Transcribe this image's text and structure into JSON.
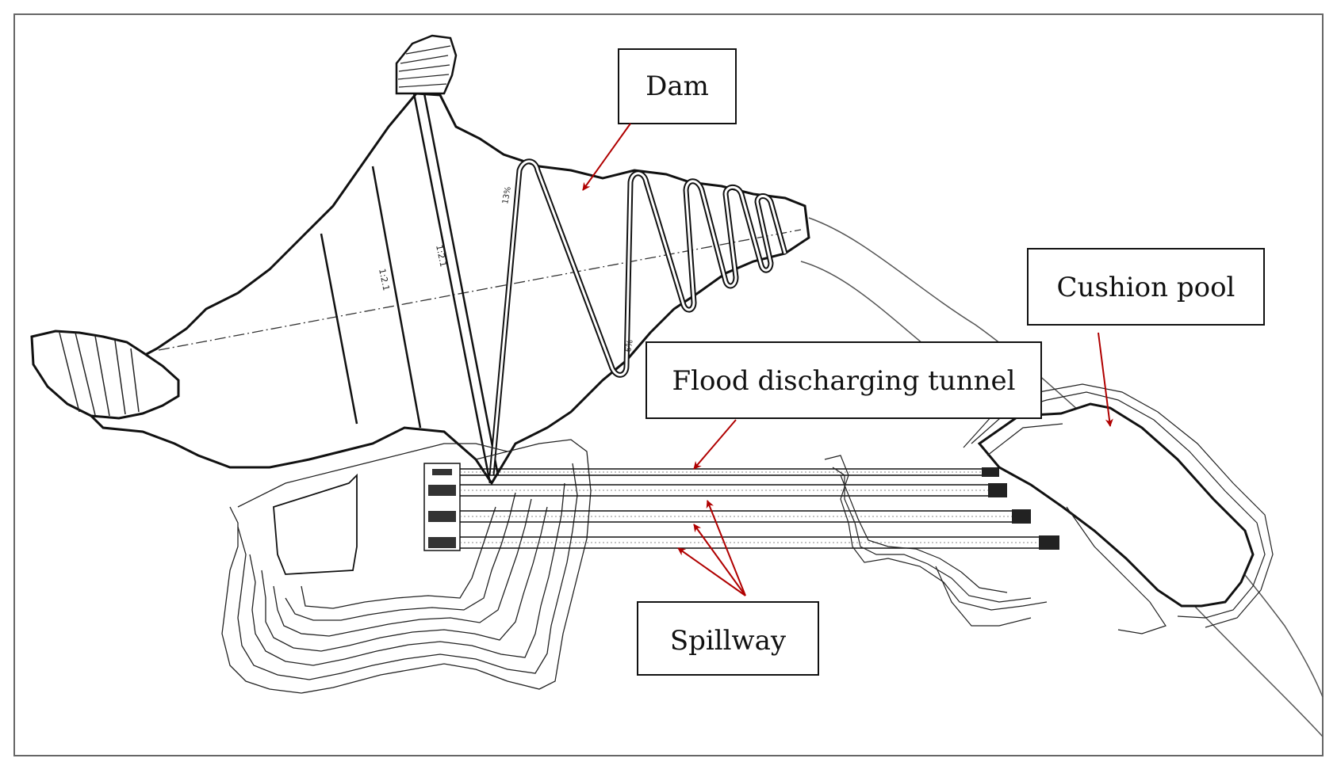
{
  "labels": {
    "dam": "Dam",
    "cushion_pool": "Cushion pool",
    "flood_tunnel": "Flood discharging tunnel",
    "spillway": "Spillway"
  },
  "slope_marks": {
    "m1": "1:2.1",
    "m2": "1:2.1",
    "m3": "13%",
    "m4": "6%"
  },
  "colors": {
    "arrow": "#b00000",
    "line": "#111111",
    "river": "#555555"
  }
}
